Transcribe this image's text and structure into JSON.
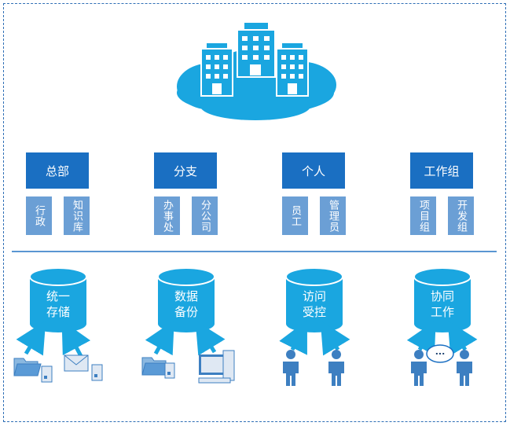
{
  "org_units": [
    {
      "title": "总部",
      "subs": [
        "行政",
        "知识库"
      ]
    },
    {
      "title": "分支",
      "subs": [
        "办事处",
        "分公司"
      ]
    },
    {
      "title": "个人",
      "subs": [
        "员工",
        "管理员"
      ]
    },
    {
      "title": "工作组",
      "subs": [
        "项目组",
        "开发组"
      ]
    }
  ],
  "services": [
    {
      "line1": "统一",
      "line2": "存储"
    },
    {
      "line1": "数据",
      "line2": "备份"
    },
    {
      "line1": "访问",
      "line2": "受控"
    },
    {
      "line1": "协同",
      "line2": "工作"
    }
  ],
  "chat_bubble": "...",
  "icons": [
    "cloud-icon",
    "building-icon",
    "folder-icon",
    "phone-icon",
    "mail-icon",
    "computer-icon",
    "person-icon",
    "speech-bubble-icon"
  ],
  "colors": {
    "primary": "#1a6fc2",
    "secondary": "#6b9fd5",
    "accent": "#1aa6e0",
    "border": "#2f6fb6"
  }
}
